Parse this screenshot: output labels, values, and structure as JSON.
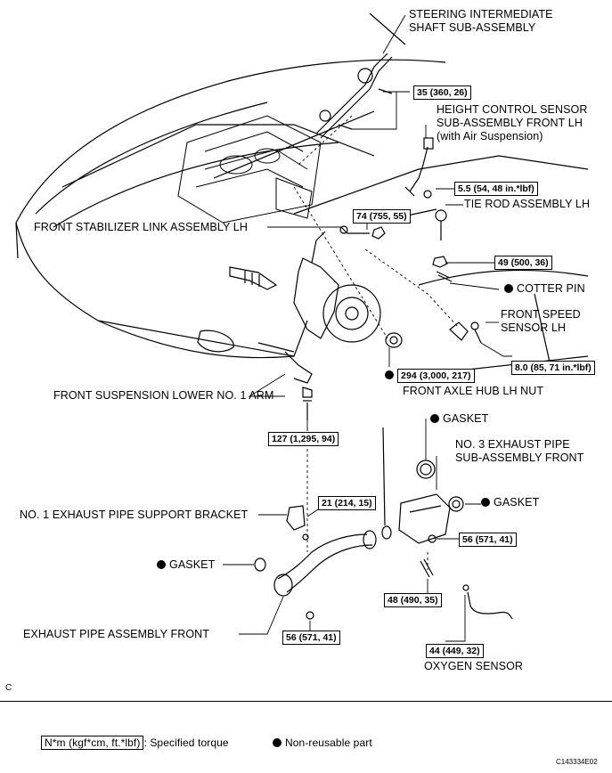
{
  "labels": {
    "steering_shaft": [
      "STEERING INTERMEDIATE",
      "SHAFT SUB-ASSEMBLY"
    ],
    "height_sensor": [
      "HEIGHT CONTROL SENSOR",
      "SUB-ASSEMBLY FRONT  LH",
      "(with Air Suspension)"
    ],
    "tie_rod": "TIE ROD ASSEMBLY LH",
    "stabilizer_link": "FRONT STABILIZER LINK ASSEMBLY LH",
    "cotter_pin": "COTTER PIN",
    "speed_sensor": [
      "FRONT SPEED",
      "SENSOR LH"
    ],
    "axle_nut": "FRONT AXLE HUB LH NUT",
    "lower_arm": "FRONT SUSPENSION LOWER NO. 1 ARM",
    "gasket_top": "GASKET",
    "no3_pipe": [
      "NO. 3 EXHAUST PIPE",
      "SUB-ASSEMBLY FRONT"
    ],
    "gasket_right": "GASKET",
    "support_bracket": "NO. 1 EXHAUST PIPE SUPPORT BRACKET",
    "gasket_left": "GASKET",
    "exhaust_front": "EXHAUST PIPE ASSEMBLY FRONT",
    "oxygen_sensor": "OXYGEN SENSOR"
  },
  "torques": {
    "t35": "35 (360, 26)",
    "t5_5": "5.5 (54, 48 in.*lbf)",
    "t74": "74 (755, 55)",
    "t49": "49 (500, 36)",
    "t8_0": "8.0 (85, 71 in.*lbf)",
    "t294": "294 (3,000, 217)",
    "t127": "127 (1,295, 94)",
    "t21": "21 (214, 15)",
    "t56a": "56 (571, 41)",
    "t48": "48 (490, 35)",
    "t56b": "56 (571, 41)",
    "t44": "44 (449, 32)"
  },
  "legend": {
    "torque_box": "N*m (kgf*cm, ft.*lbf)",
    "torque_text": ": Specified torque",
    "nonreusable_text": "Non-reusable part"
  },
  "corner_letter": "C",
  "figure_code": "C143334E02"
}
